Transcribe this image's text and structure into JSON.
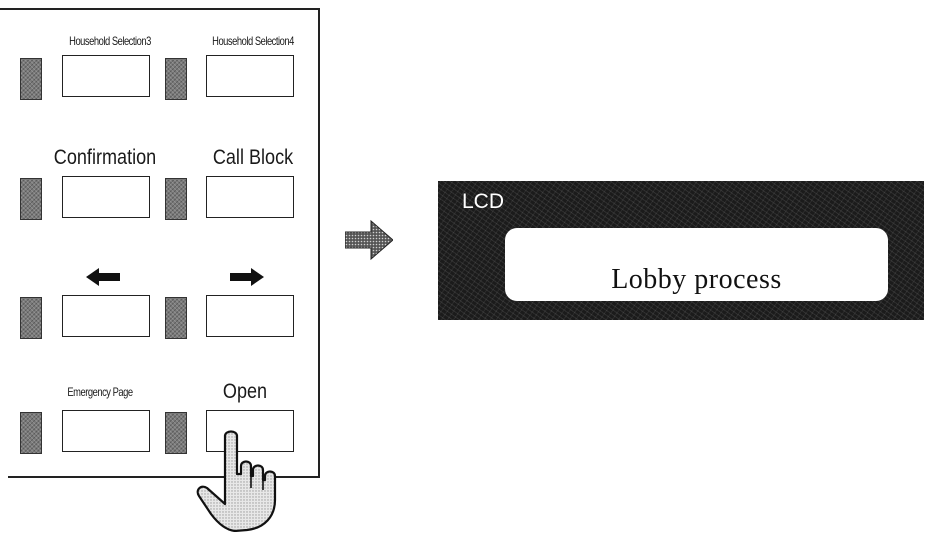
{
  "panel": {
    "buttons": [
      {
        "id": "household3",
        "label": "Household Selection3",
        "style": "small"
      },
      {
        "id": "household4",
        "label": "Household Selection4",
        "style": "small"
      },
      {
        "id": "confirmation",
        "label": "Confirmation",
        "style": "big"
      },
      {
        "id": "call_block",
        "label": "Call Block",
        "style": "big"
      },
      {
        "id": "left",
        "label": "",
        "icon": "left-arrow-icon"
      },
      {
        "id": "right",
        "label": "",
        "icon": "right-arrow-icon"
      },
      {
        "id": "emergency_page",
        "label": "Emergency Page",
        "style": "small"
      },
      {
        "id": "open",
        "label": "Open",
        "style": "big"
      }
    ]
  },
  "lcd": {
    "title": "LCD",
    "message": "Lobby process",
    "background_color": "#1b1b1b",
    "screen_color": "#ffffff"
  },
  "icons": {
    "flow": "right-arrow-icon",
    "pointer": "pointing-hand-icon",
    "led": "led-indicator-icon"
  }
}
